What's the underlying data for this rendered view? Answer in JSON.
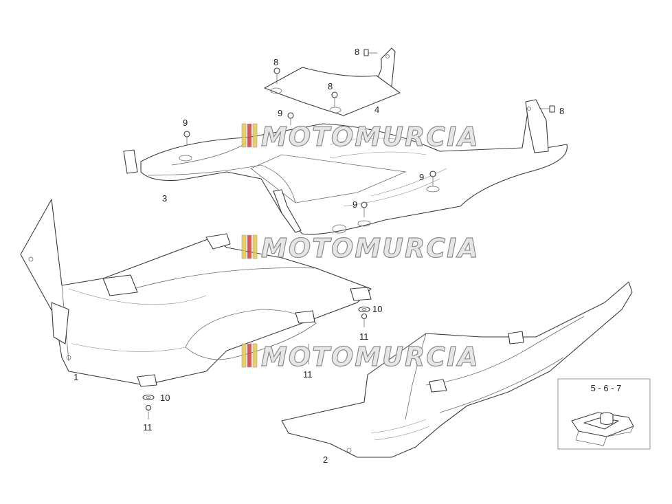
{
  "watermark": {
    "text": "MOTOMURCIA",
    "flag_colors": [
      "#e8c84a",
      "#d23a3a",
      "#e8c84a"
    ]
  },
  "callouts": [
    {
      "id": "c1",
      "text": "1"
    },
    {
      "id": "c2",
      "text": "2"
    },
    {
      "id": "c3",
      "text": "3"
    },
    {
      "id": "c4",
      "text": "4"
    },
    {
      "id": "c8a",
      "text": "8"
    },
    {
      "id": "c8b",
      "text": "8"
    },
    {
      "id": "c8c",
      "text": "8"
    },
    {
      "id": "c8d",
      "text": "8"
    },
    {
      "id": "c9a",
      "text": "9"
    },
    {
      "id": "c9b",
      "text": "9"
    },
    {
      "id": "c9c",
      "text": "9"
    },
    {
      "id": "c9d",
      "text": "9"
    },
    {
      "id": "c10a",
      "text": "10"
    },
    {
      "id": "c10b",
      "text": "10"
    },
    {
      "id": "c11a",
      "text": "11"
    },
    {
      "id": "c11b",
      "text": "11"
    },
    {
      "id": "c11c",
      "text": "11"
    }
  ],
  "inset": {
    "label": "5 - 6 - 7"
  }
}
